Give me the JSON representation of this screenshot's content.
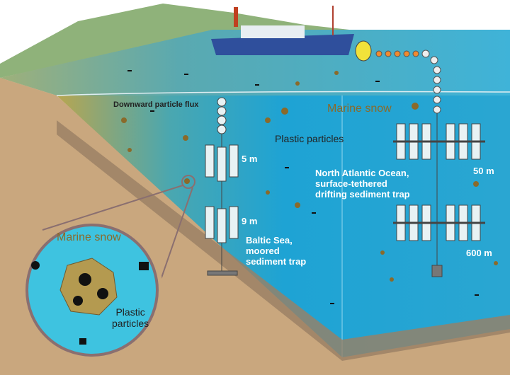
{
  "labels": {
    "flux": "Downward particle flux",
    "marine_snow": "Marine snow",
    "plastic_particles": "Plastic particles",
    "depth_5": "5 m",
    "depth_9": "9 m",
    "baltic": [
      "Baltic Sea,",
      "moored",
      "sediment trap"
    ],
    "atlantic": [
      "North Atlantic Ocean,",
      "surface-tethered",
      "drifting sediment trap"
    ],
    "depth_50": "50 m",
    "depth_600": "600 m",
    "inset_marine_snow": "Marine snow",
    "inset_plastic": [
      "Plastic",
      "particles"
    ]
  },
  "colors": {
    "water": "#1aa6d6",
    "surface": "#4fb6c8",
    "land": "#c9a77e",
    "grass": "#8fb27a",
    "ship": "#2f4f9c",
    "buoy": "#f1e23a"
  }
}
